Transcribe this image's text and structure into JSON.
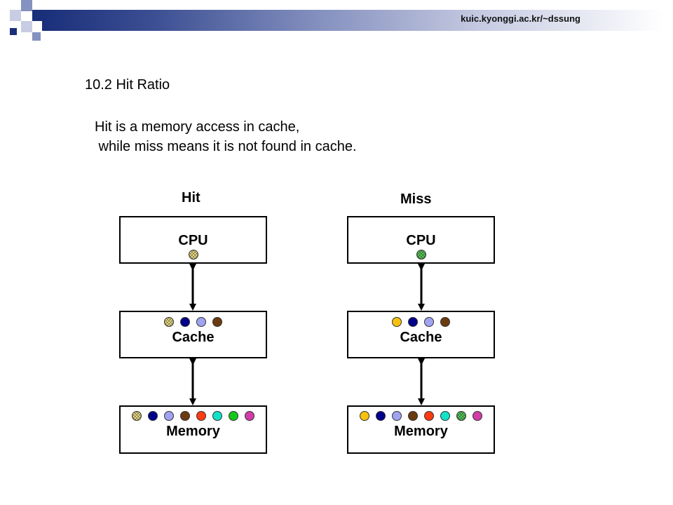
{
  "header": {
    "url": "kuic.kyonggi.ac.kr/~dssung",
    "bar_colors": [
      "#1a2f7a",
      "#ffffff"
    ],
    "square_colors": [
      "#1a2f7a",
      "#8591bf",
      "#c9cde3"
    ]
  },
  "slide": {
    "title": "10.2 Hit Ratio",
    "line1": "Hit is a memory access in cache,",
    "line2": " while miss means it is not found in cache."
  },
  "diagrams": {
    "hit": {
      "label": "Hit",
      "cpu": {
        "label": "CPU",
        "dot": {
          "color": "#f3e58a",
          "pattern": "hatch"
        }
      },
      "cache": {
        "label": "Cache",
        "dots": [
          {
            "color": "#f3e58a",
            "pattern": "hatch"
          },
          {
            "color": "#00008b"
          },
          {
            "color": "#9fa3f0"
          },
          {
            "color": "#6b3b10"
          }
        ]
      },
      "memory": {
        "label": "Memory",
        "dots": [
          {
            "color": "#f3e58a",
            "pattern": "hatch"
          },
          {
            "color": "#00008b"
          },
          {
            "color": "#9fa3f0"
          },
          {
            "color": "#6b3b10"
          },
          {
            "color": "#ff3b10"
          },
          {
            "color": "#12e2c8"
          },
          {
            "color": "#16c716"
          },
          {
            "color": "#d23ca8"
          }
        ]
      }
    },
    "miss": {
      "label": "Miss",
      "cpu": {
        "label": "CPU",
        "dot": {
          "color": "#5fd35f",
          "pattern": "hatch"
        }
      },
      "cache": {
        "label": "Cache",
        "dots": [
          {
            "color": "#f6c20e"
          },
          {
            "color": "#00008b"
          },
          {
            "color": "#9fa3f0"
          },
          {
            "color": "#6b3b10"
          }
        ]
      },
      "memory": {
        "label": "Memory",
        "dots": [
          {
            "color": "#f6c20e"
          },
          {
            "color": "#00008b"
          },
          {
            "color": "#9fa3f0"
          },
          {
            "color": "#6b3b10"
          },
          {
            "color": "#ff3b10"
          },
          {
            "color": "#12e2c8"
          },
          {
            "color": "#5fd35f",
            "pattern": "hatch"
          },
          {
            "color": "#d23ca8"
          }
        ]
      }
    }
  }
}
